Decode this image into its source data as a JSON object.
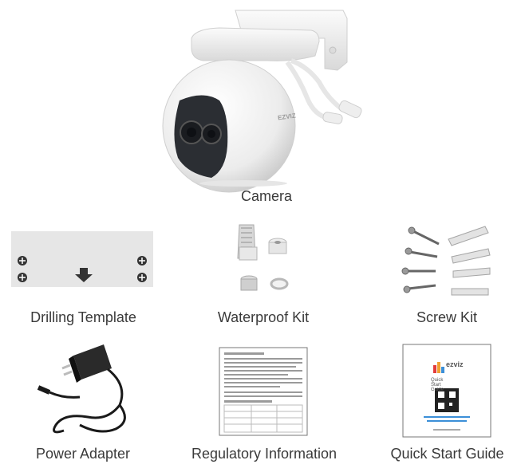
{
  "items": [
    {
      "label": "Camera",
      "icon": "camera-icon"
    },
    {
      "label": "Drilling Template",
      "icon": "drilling-template-icon"
    },
    {
      "label": "Waterproof Kit",
      "icon": "waterproof-kit-icon"
    },
    {
      "label": "Screw Kit",
      "icon": "screw-kit-icon"
    },
    {
      "label": "Power Adapter",
      "icon": "power-adapter-icon"
    },
    {
      "label": "Regulatory Information",
      "icon": "regulatory-information-icon"
    },
    {
      "label": "Quick Start Guide",
      "icon": "quick-start-guide-icon"
    }
  ],
  "camera_logo": "EZVIZ",
  "guide_logo": "ezviz",
  "guide_title": "Quick Start Guide",
  "colors": {
    "label": "#3a3a3a",
    "camera_body": "#f2f2f2",
    "lens_panel": "#2b2e33",
    "guide_accent": "#3b8fd8",
    "logo_red": "#e23b3b"
  }
}
